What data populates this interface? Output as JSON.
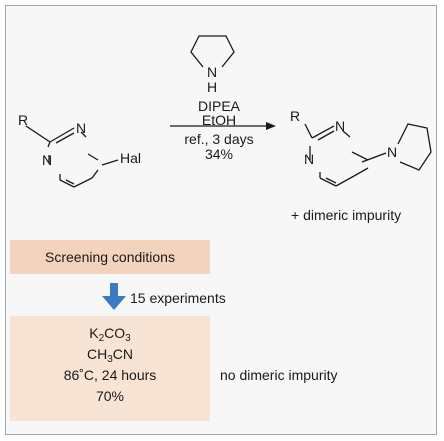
{
  "scheme": {
    "reactant": {
      "substituent": "R",
      "ring_n1": "N",
      "ring_n2": "N",
      "leaving_group": "Hal"
    },
    "amine": {
      "nh_n": "N",
      "nh_h": "H"
    },
    "reagents": {
      "base": "DIPEA",
      "solvent": "EtOH"
    },
    "conditions": {
      "time": "ref., 3 days",
      "yield": "34%"
    },
    "product": {
      "substituent": "R",
      "ring_n1": "N",
      "ring_n2": "N",
      "amine_n": "N"
    },
    "side_product": "+ dimeric impurity"
  },
  "screening": {
    "label": "Screening conditions",
    "experiments": "15 experiments"
  },
  "optimized": {
    "base": {
      "main": "K",
      "sub": "2",
      "rest": "CO",
      "sub2": "3"
    },
    "solvent": {
      "a": "CH",
      "sub": "3",
      "b": "CN"
    },
    "temp_time": "86˚C, 24 hours",
    "yield": "70%",
    "note": "no dimeric impurity"
  },
  "colors": {
    "panel_border": "#9aa6b6",
    "screen_box": "#f3d3bd",
    "result_box": "#f8e4d4",
    "arrow_blue": "#3a7cc4"
  }
}
